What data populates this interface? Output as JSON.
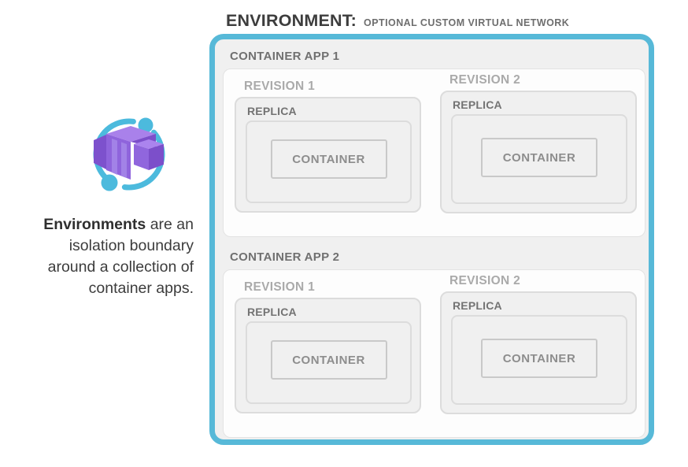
{
  "header": {
    "title": "ENVIRONMENT:",
    "subtitle": "OPTIONAL CUSTOM VIRTUAL NETWORK"
  },
  "sidebar": {
    "icon": "azure-container-apps-icon",
    "description": {
      "line1_bold": "Environments",
      "line1_rest": " are an",
      "line2": "isolation boundary",
      "line3": "around a collection of",
      "line4": "container apps."
    }
  },
  "environment": {
    "border_color": "#57b9d8",
    "background_color": "#f0f0f0",
    "app_box_color": "#fdfdfd",
    "replica_box_color": "#f0f0f0",
    "icon_purple": "#8f64dc",
    "icon_blue": "#4cbadd",
    "apps": [
      {
        "label": "CONTAINER APP 1",
        "revisions": [
          {
            "label": "REVISION 1",
            "replica_label": "REPLICA",
            "container_label": "CONTAINER"
          },
          {
            "label": "REVISION 2",
            "replica_label": "REPLICA",
            "container_label": "CONTAINER"
          }
        ]
      },
      {
        "label": "CONTAINER APP 2",
        "revisions": [
          {
            "label": "REVISION 1",
            "replica_label": "REPLICA",
            "container_label": "CONTAINER"
          },
          {
            "label": "REVISION 2",
            "replica_label": "REPLICA",
            "container_label": "CONTAINER"
          }
        ]
      }
    ]
  }
}
